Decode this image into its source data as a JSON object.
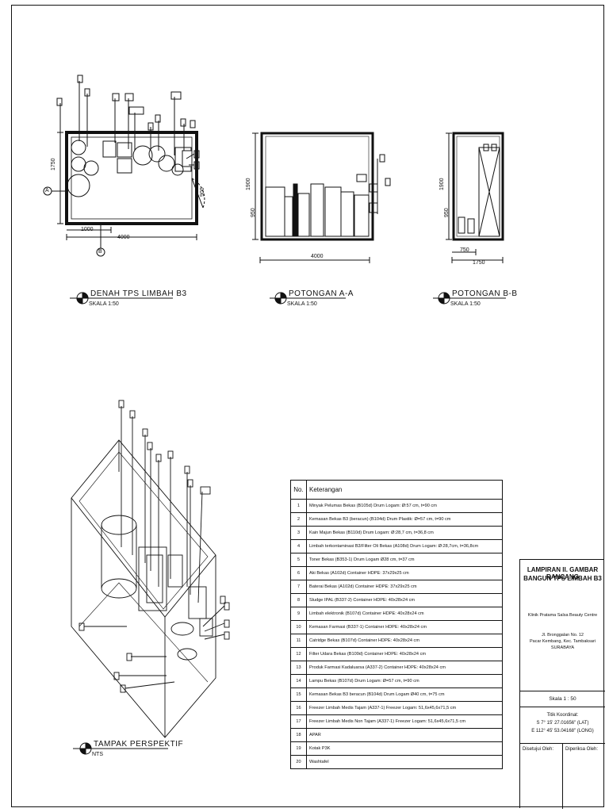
{
  "views": {
    "denah": {
      "title": "DENAH TPS LIMBAH B3",
      "scale": "SKALA 1:50"
    },
    "pot_aa": {
      "title": "POTONGAN A-A",
      "scale": "SKALA 1:50"
    },
    "pot_bb": {
      "title": "POTONGAN B-B",
      "scale": "SKALA 1:50"
    },
    "persp": {
      "title": "TAMPAK PERSPEKTIF",
      "scale": "NTS"
    }
  },
  "dimensions": {
    "plan_width": "4000",
    "plan_sub": "1000",
    "plan_height": "1750",
    "plan_door": "900",
    "section_a_width": "4000",
    "section_a_height": "1900",
    "section_a_inner": "950",
    "section_b_width": "1750",
    "section_b_sub": "750",
    "section_b_height": "1900",
    "section_b_inner": "950"
  },
  "markers": {
    "a": "A",
    "b": "B"
  },
  "legend": {
    "header_no": "No.",
    "header_desc": "Keterangan",
    "rows": [
      {
        "no": "1",
        "desc": "Minyak Pelumas Bekas (B105d) Drum Logam: Ø:57 cm, t=90 cm"
      },
      {
        "no": "2",
        "desc": "Kemasan Bekas B3 (beracun) (B104d) Drum Plastik: Ø=57 cm, t=90 cm"
      },
      {
        "no": "3",
        "desc": "Kain Majun Bekas (B110d) Drum Logam: Ø:28,7 cm, t=36,8 cm"
      },
      {
        "no": "4",
        "desc": "Limbah terkontaminasi B3/Filter Oli Bekas (A108d) Drum Logam: Ø:28,7cm, t=36,8cm"
      },
      {
        "no": "5",
        "desc": "Toner Bekas (B353-1) Drum Logam Ø28 cm, t=37 cm"
      },
      {
        "no": "6",
        "desc": "Aki Bekas (A102d) Container HDPE: 37x29x25 cm"
      },
      {
        "no": "7",
        "desc": "Baterai Bekas (A102d) Container HDPE: 37x29x25 cm"
      },
      {
        "no": "8",
        "desc": "Sludge IPAL (B337-2) Container HDPE: 40x28x24 cm"
      },
      {
        "no": "9",
        "desc": "Limbah elektronik (B107d) Container HDPE: 40x28x24 cm"
      },
      {
        "no": "10",
        "desc": "Kemasan Farmasi (B337-1) Container HDPE: 40x28x24 cm"
      },
      {
        "no": "11",
        "desc": "Catridge Bekas (B107d) Container HDPE: 40x28x24 cm"
      },
      {
        "no": "12",
        "desc": "Filter Udara Bekas (B109d) Container HDPE: 40x28x24 cm"
      },
      {
        "no": "13",
        "desc": "Produk Farmasi Kadaluarsa (A337-2) Container HDPE: 40x28x24 cm"
      },
      {
        "no": "14",
        "desc": "Lampu Bekas (B107d) Drum Logam: Ø=57 cm, t=90 cm"
      },
      {
        "no": "15",
        "desc": "Kemasan Bekas B3 beracun (B104d) Drum Logam Ø40 cm, t=75 cm"
      },
      {
        "no": "16",
        "desc": "Freezer Limbah Medis Tajam (A337-1) Freezer Logam: 51,6x45,6x71,5 cm"
      },
      {
        "no": "17",
        "desc": "Freezer Limbah Medis Non Tajam (A337-1) Freezer Logam: 51,6x45,6x71,5 cm"
      },
      {
        "no": "18",
        "desc": "APAR"
      },
      {
        "no": "19",
        "desc": "Kotak P3K"
      },
      {
        "no": "20",
        "desc": "Washtafel"
      }
    ]
  },
  "title_block": {
    "heading_line1": "LAMPIRAN II. GAMBAR RANCANG",
    "heading_line2": "BANGUN TPS LIMBAH B3",
    "org": "Klinik Pratama Salsa Beauty Centre",
    "addr1": "Jl. Bronggalan No. 12",
    "addr2": "Pacar Kembang, Kec. Tambaksari",
    "city": "SURABAYA",
    "scale": "Skala 1 : 50",
    "coord_label": "Titik Koordinat:",
    "lat": "S 7° 15' 27.01656\" (LAT)",
    "long": "E 112° 45' 53.04168\" (LONG)",
    "made_by": "Disetujui Oleh:",
    "checked_by": "Diperiksa Oleh:"
  }
}
